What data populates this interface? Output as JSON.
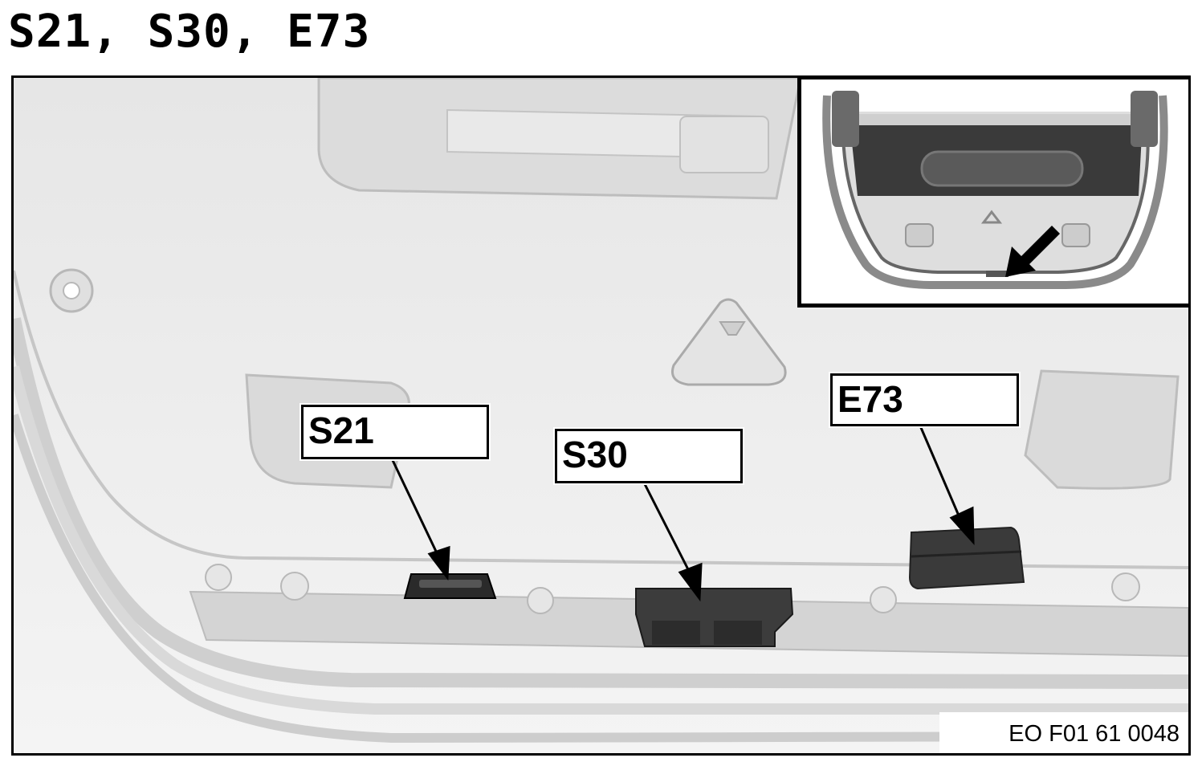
{
  "title": "S21, S30, E73",
  "callouts": {
    "s21": "S21",
    "s30": "S30",
    "e73": "E73"
  },
  "reference_code": "EO F01 61 0048",
  "colors": {
    "panel_fill": "#ececec",
    "component_fill": "#3a3a3a",
    "frame": "#000000"
  }
}
